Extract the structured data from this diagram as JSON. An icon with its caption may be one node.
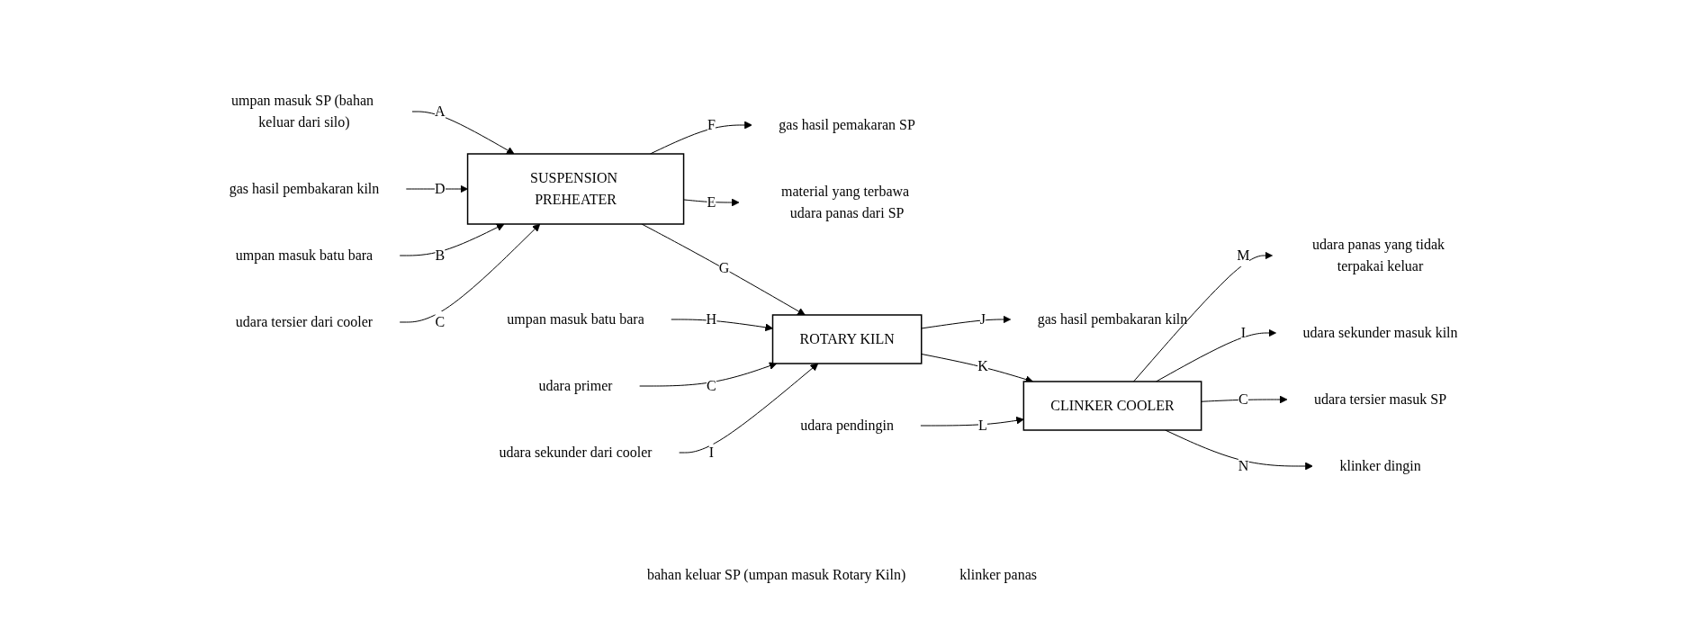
{
  "diagram": {
    "nodes": [
      {
        "text": [
          "umpan masuk SP (bahan keluar dari silo)"
        ]
      },
      {
        "text": [
          "SUSPENSION PREHEATER"
        ]
      },
      {
        "text": [
          "ROTARY KILN"
        ]
      },
      {
        "text": [
          "CLINKER COOLER"
        ]
      },
      {
        "text": [
          "klinker dingin"
        ]
      },
      {
        "text": [
          "gas hasil pemakaran SP"
        ]
      },
      {
        "text": [
          "material yang terbawa udara panas dari SP"
        ]
      },
      {
        "text": [
          "gas hasil pembakaran kiln"
        ]
      },
      {
        "text": [
          "umpan masuk batu bara"
        ]
      },
      {
        "text": [
          "udara tersier dari cooler"
        ]
      },
      {
        "text": [
          "gas hasil pembakaran kiln"
        ]
      },
      {
        "text": [
          "umpan masuk batu bara"
        ]
      },
      {
        "text": [
          "udara primer"
        ]
      },
      {
        "text": [
          "udara sekunder dari cooler"
        ]
      },
      {
        "text": [
          "udara panas yang tidak terpakai keluar"
        ]
      },
      {
        "text": [
          "udara sekunder masuk kiln"
        ]
      },
      {
        "text": [
          "udara tersier masuk SP"
        ]
      },
      {
        "text": [
          "udara pendingin"
        ]
      }
    ],
    "edges": [
      {
        "from": 0,
        "to": 1,
        "arrow": "to",
        "label": "A"
      },
      {
        "from": 1,
        "to": 5,
        "arrow": "to",
        "label": "F"
      },
      {
        "from": 1,
        "to": 6,
        "arrow": "to",
        "label": "E"
      },
      {
        "from": 7,
        "to": 1,
        "arrow": "to",
        "label": "D"
      },
      {
        "from": 8,
        "to": 1,
        "arrow": "to",
        "label": "B"
      },
      {
        "from": 9,
        "to": 1,
        "arrow": "to",
        "label": "C"
      },
      {
        "from": 1,
        "to": 2,
        "arrow": "to",
        "label": "G"
      },
      {
        "from": 2,
        "to": 10,
        "arrow": "to",
        "label": "J"
      },
      {
        "from": 11,
        "to": 2,
        "arrow": "to",
        "label": "H"
      },
      {
        "from": 12,
        "to": 2,
        "arrow": "to",
        "label": "C"
      },
      {
        "from": 13,
        "to": 2,
        "arrow": "to",
        "label": "I"
      },
      {
        "from": 2,
        "to": 3,
        "arrow": "to",
        "label": "K"
      },
      {
        "from": 3,
        "to": 14,
        "arrow": "to",
        "label": "M"
      },
      {
        "from": 3,
        "to": 15,
        "arrow": "to",
        "label": "I"
      },
      {
        "from": 3,
        "to": 16,
        "arrow": "to",
        "label": "C"
      },
      {
        "from": 17,
        "to": 3,
        "arrow": "to",
        "label": "L"
      },
      {
        "from": 3,
        "to": 4,
        "arrow": "to",
        "label": "N"
      }
    ],
    "labels": [
      "bahan keluar SP (umpan masuk Rotary Kiln)",
      "klinker panas"
    ]
  }
}
